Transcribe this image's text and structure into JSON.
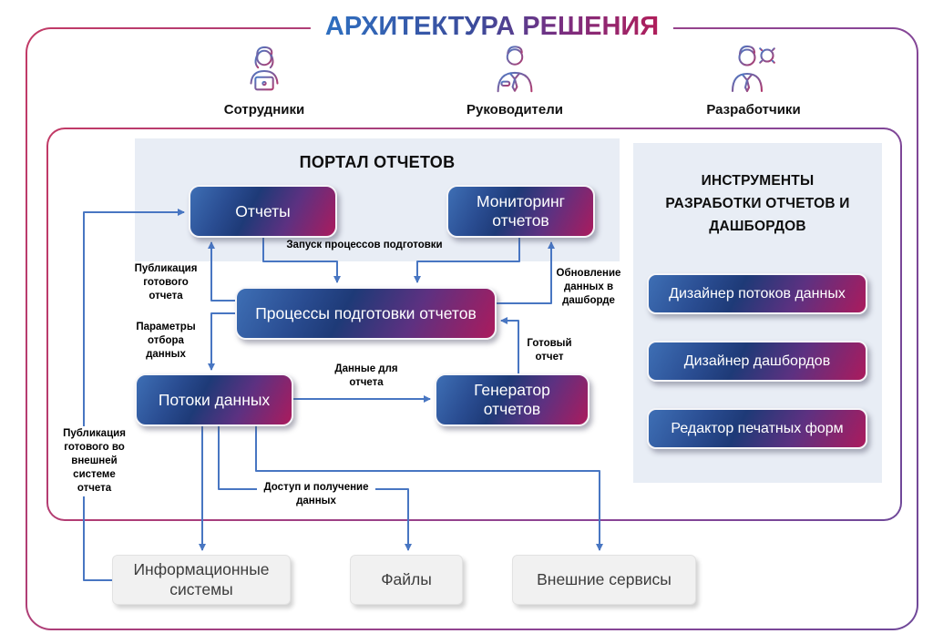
{
  "title": "АРХИТЕКТУРА РЕШЕНИЯ",
  "actors": [
    {
      "label": "Сотрудники"
    },
    {
      "label": "Руководители"
    },
    {
      "label": "Разработчики"
    }
  ],
  "portal": {
    "title": "ПОРТАЛ ОТЧЕТОВ",
    "reports": "Отчеты",
    "monitoring": "Мониторинг отчетов"
  },
  "nodes": {
    "processes": "Процессы подготовки отчетов",
    "data_flows": "Потоки данных",
    "generator": "Генератор отчетов"
  },
  "tools": {
    "title": "ИНСТРУМЕНТЫ РАЗРАБОТКИ ОТЧЕТОВ И ДАШБОРДОВ",
    "buttons": [
      "Дизайнер потоков данных",
      "Дизайнер дашбордов",
      "Редактор печатных форм"
    ]
  },
  "external_systems": [
    "Информационные системы",
    "Файлы",
    "Внешние сервисы"
  ],
  "edge_labels": {
    "start_processes": "Запуск процессов подготовки",
    "publish_report": "Публикация готового отчета",
    "selection_params": "Параметры отбора данных",
    "dashboard_update": "Обновление данных в дашборде",
    "ready_report": "Готовый отчет",
    "report_data": "Данные для отчета",
    "data_access": "Доступ и получение данных",
    "publish_external": "Публикация готового во внешней системе отчета"
  },
  "colors": {
    "arrow": "#4876c2",
    "panel_bg": "#e8edf5",
    "node_gradient_start": "#3e6fb5",
    "node_gradient_mid": "#1e3a77",
    "node_gradient_end": "#ab1b5d",
    "frame_gradient_start": "#c23a66",
    "frame_gradient_end": "#6f4899",
    "title_gradient_start": "#2e6fc0",
    "title_gradient_end": "#b01e5a",
    "external_box_bg": "#f1f1f1"
  }
}
